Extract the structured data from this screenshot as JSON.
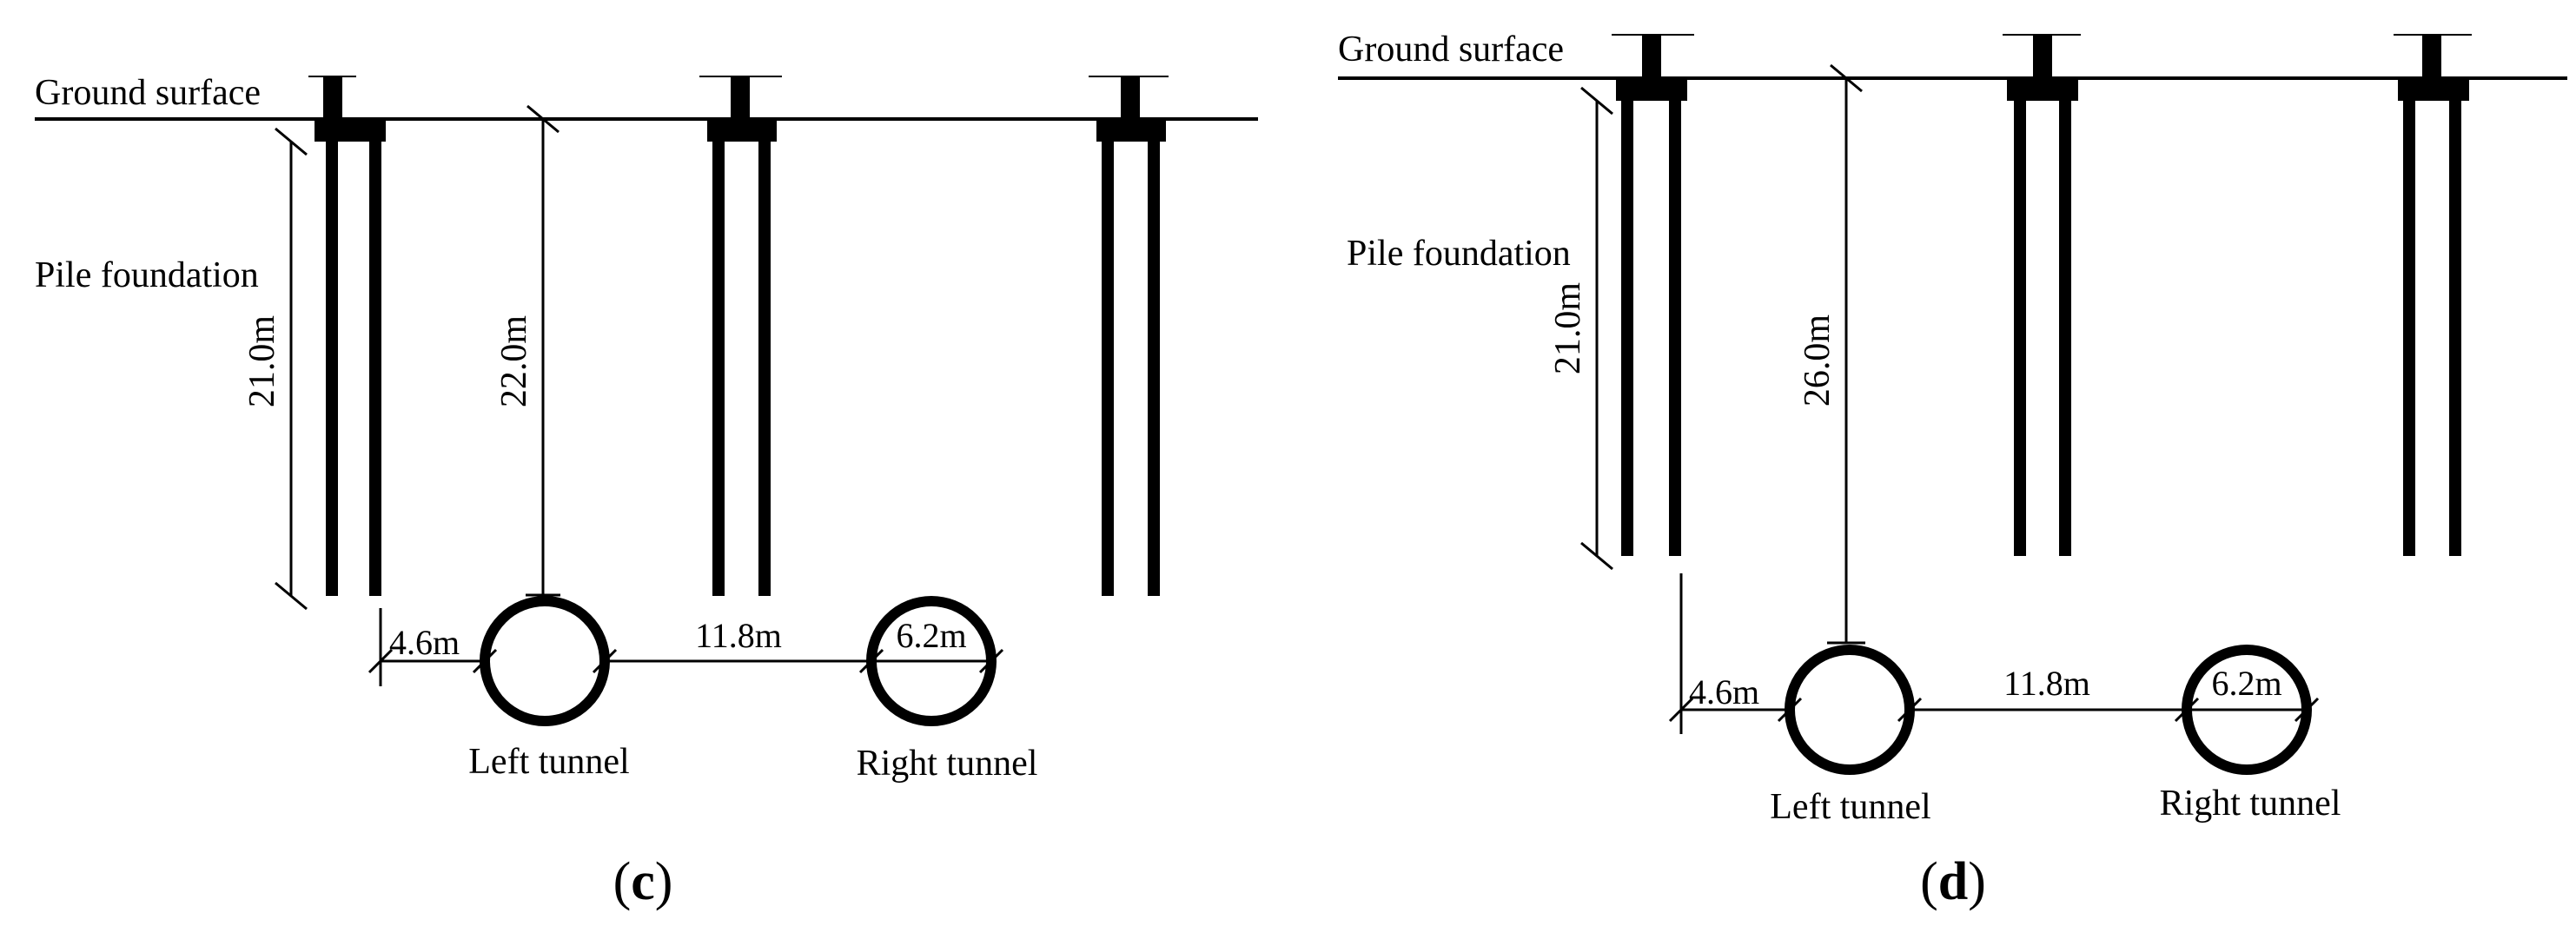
{
  "colors": {
    "ink": "#000000",
    "background": "#ffffff"
  },
  "panels": [
    {
      "caption_letter": "c",
      "ground_label": "Ground surface",
      "pile_label": "Pile foundation",
      "pile_length": "21.0m",
      "tunnel_depth": "22.0m",
      "left_offset": "4.6m",
      "tunnel_spacing": "11.8m",
      "tunnel_diameter": "6.2m",
      "left_tunnel_label": "Left tunnel",
      "right_tunnel_label": "Right tunnel"
    },
    {
      "caption_letter": "d",
      "ground_label": "Ground surface",
      "pile_label": "Pile foundation",
      "pile_length": "21.0m",
      "tunnel_depth": "26.0m",
      "left_offset": "4.6m",
      "tunnel_spacing": "11.8m",
      "tunnel_diameter": "6.2m",
      "left_tunnel_label": "Left tunnel",
      "right_tunnel_label": "Right tunnel"
    }
  ]
}
